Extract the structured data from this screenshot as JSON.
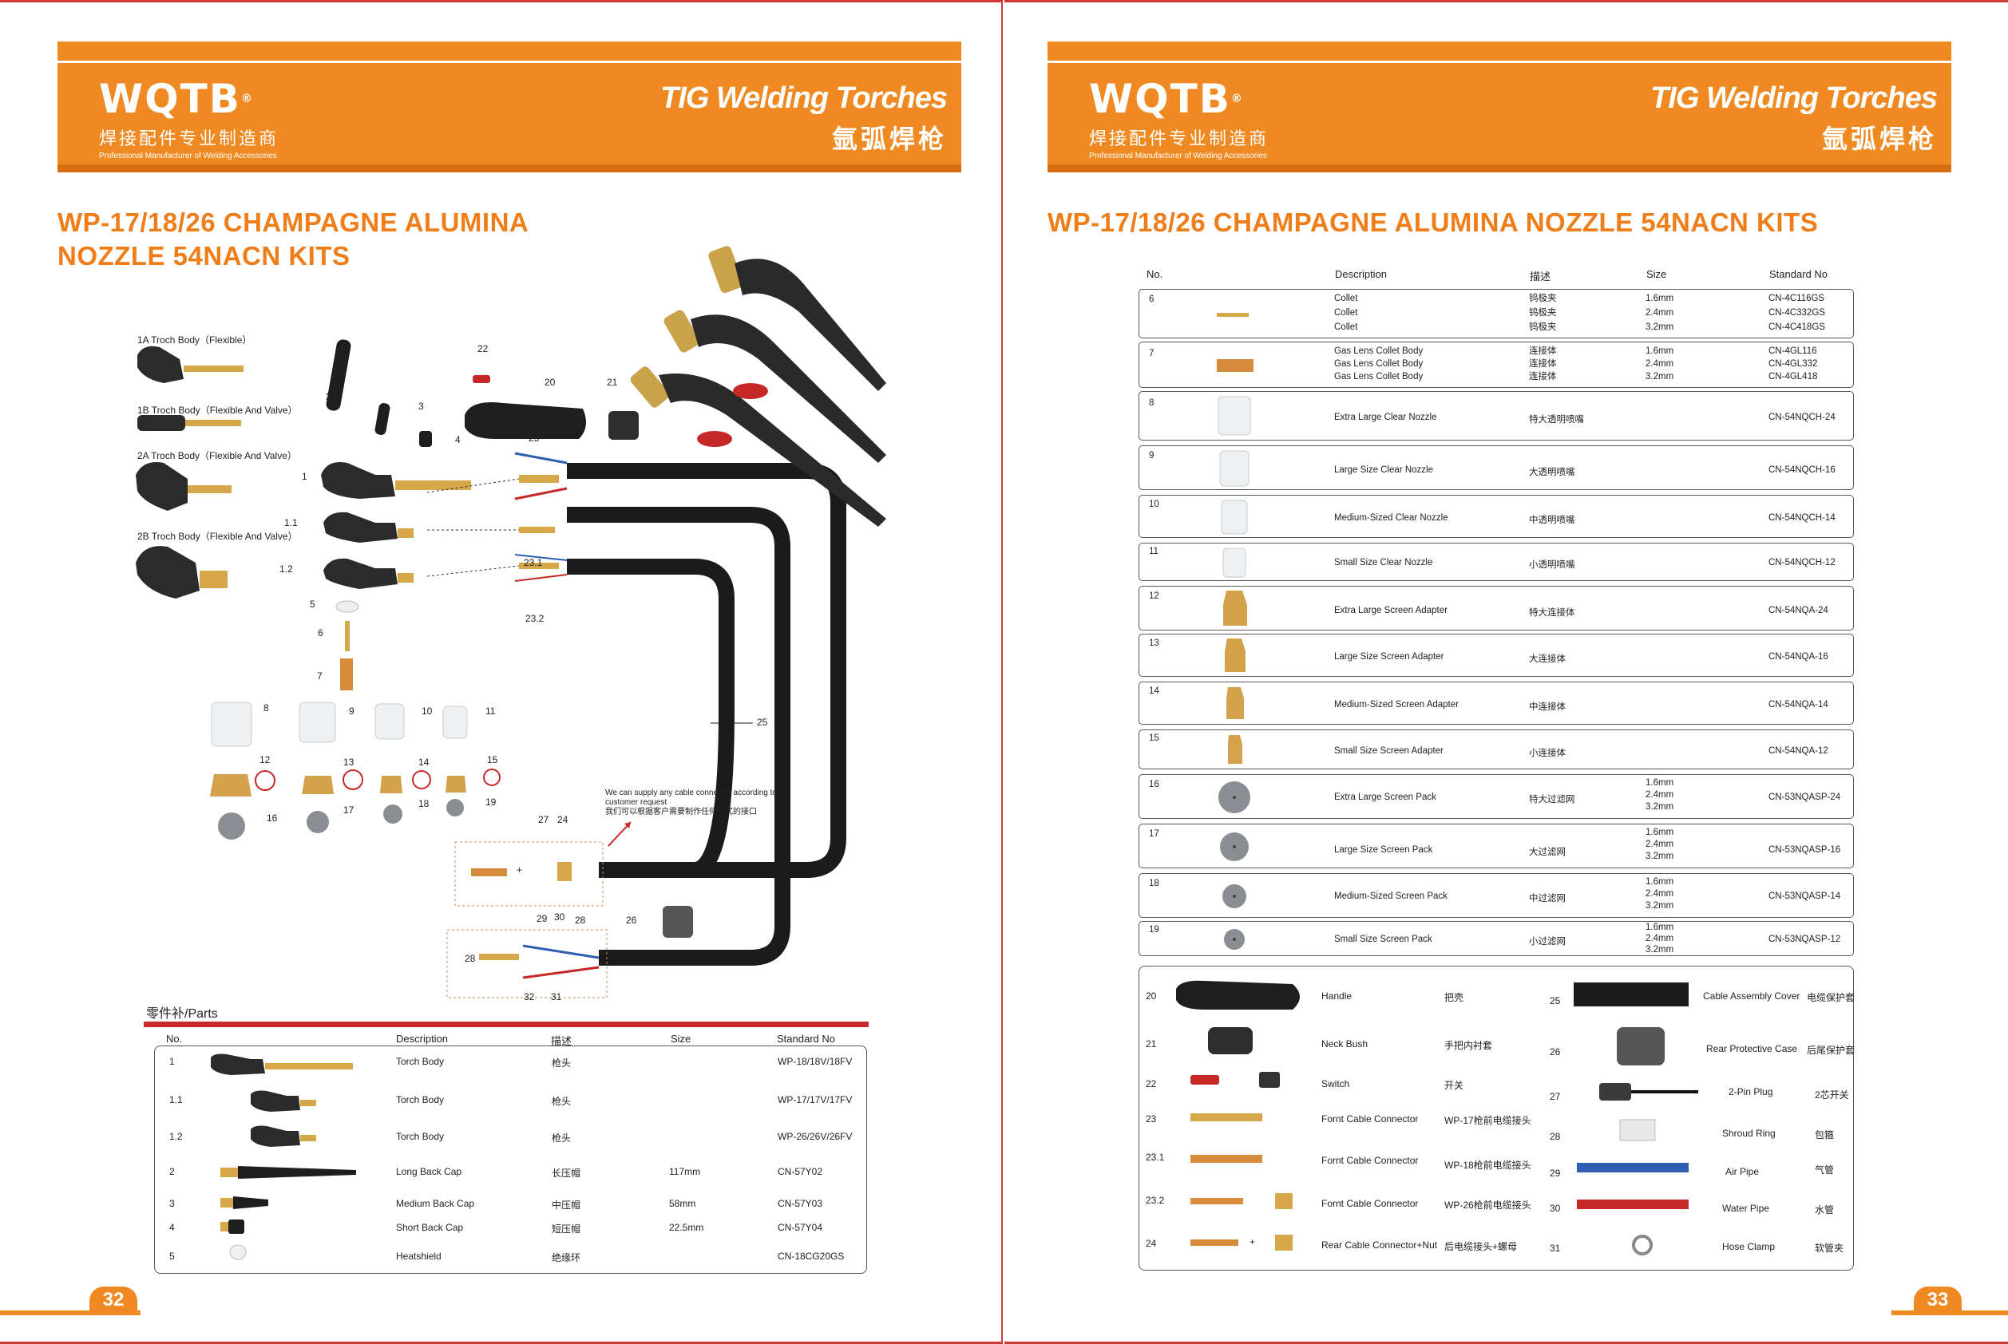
{
  "brand": {
    "logo": "WQTB",
    "registered": "®",
    "cn_tagline": "焊接配件专业制造商",
    "en_tagline": "Professional Manufacturer of Welding Accessories",
    "banner_title_en": "TIG Welding Torches",
    "banner_title_cn": "氩弧焊枪"
  },
  "left_page": {
    "heading_line1": "WP-17/18/26 CHAMPAGNE ALUMINA",
    "heading_line2": "NOZZLE 54NACN KITS",
    "page_number": "32",
    "diagram_labels": {
      "l1a": "1A  Troch Body（Flexible）",
      "l1b": "1B  Troch Body（Flexible And Valve）",
      "l2a": "2A  Troch Body（Flexible And Valve）",
      "l2b": "2B  Troch Body（Flexible And Valve）",
      "n1": "1",
      "n11": "1.1",
      "n12": "1.2",
      "n2": "2",
      "n3": "3",
      "n4": "4",
      "n5": "5",
      "n6": "6",
      "n7": "7",
      "n8": "8",
      "n9": "9",
      "n10": "10",
      "n11b": "11",
      "n12b": "12",
      "n13": "13",
      "n14": "14",
      "n15": "15",
      "n16": "16",
      "n17": "17",
      "n18": "18",
      "n19": "19",
      "n20": "20",
      "n21": "21",
      "n22": "22",
      "n23": "23",
      "n231": "23.1",
      "n232": "23.2",
      "n24": "24",
      "n25": "25",
      "n26": "26",
      "n27": "27",
      "n28": "28",
      "n28b": "28",
      "n29": "29",
      "n30": "30",
      "n31": "31",
      "n32": "32"
    },
    "note_en_1": "We can supply any cable connector according to",
    "note_en_2": "customer request",
    "note_cn": "我们可以根据客户需要制作任何形式的接口",
    "parts_title": "零件补/Parts",
    "headers": [
      "No.",
      "Description",
      "描述",
      "Size",
      "Standard No"
    ],
    "rows": [
      {
        "no": "1",
        "desc": "Torch Body",
        "cn": "枪头",
        "size": "",
        "std": "WP-18/18V/18FV"
      },
      {
        "no": "1.1",
        "desc": "Torch Body",
        "cn": "枪头",
        "size": "",
        "std": "WP-17/17V/17FV"
      },
      {
        "no": "1.2",
        "desc": "Torch Body",
        "cn": "枪头",
        "size": "",
        "std": "WP-26/26V/26FV"
      },
      {
        "no": "2",
        "desc": "Long Back Cap",
        "cn": "长压帽",
        "size": "117mm",
        "std": "CN-57Y02"
      },
      {
        "no": "3",
        "desc": "Medium Back Cap",
        "cn": "中压帽",
        "size": "58mm",
        "std": "CN-57Y03"
      },
      {
        "no": "4",
        "desc": "Short Back Cap",
        "cn": "短压帽",
        "size": "22.5mm",
        "std": "CN-57Y04"
      },
      {
        "no": "5",
        "desc": "Heatshield",
        "cn": "绝缘环",
        "size": "",
        "std": "CN-18CG20GS"
      }
    ]
  },
  "right_page": {
    "heading": "WP-17/18/26 CHAMPAGNE ALUMINA NOZZLE 54NACN KITS",
    "page_number": "33",
    "headers": [
      "No.",
      "Description",
      "描述",
      "Size",
      "Standard No"
    ],
    "rows": [
      {
        "no": "6",
        "desc": [
          "Collet",
          "Collet",
          "Collet"
        ],
        "cn": [
          "钨极夹",
          "钨极夹",
          "钨极夹"
        ],
        "size": [
          "1.6mm",
          "2.4mm",
          "3.2mm"
        ],
        "std": [
          "CN-4C116GS",
          "CN-4C332GS",
          "CN-4C418GS"
        ]
      },
      {
        "no": "7",
        "desc": [
          "Gas Lens Collet Body",
          "Gas Lens Collet Body",
          "Gas Lens Collet Body"
        ],
        "cn": [
          "连接体",
          "连接体",
          "连接体"
        ],
        "size": [
          "1.6mm",
          "2.4mm",
          "3.2mm"
        ],
        "std": [
          "CN-4GL116",
          "CN-4GL332",
          "CN-4GL418"
        ]
      },
      {
        "no": "8",
        "desc": "Extra Large Clear Nozzle",
        "cn": "特大透明喷嘴",
        "std": "CN-54NQCH-24"
      },
      {
        "no": "9",
        "desc": "Large Size Clear Nozzle",
        "cn": "大透明喷嘴",
        "std": "CN-54NQCH-16"
      },
      {
        "no": "10",
        "desc": "Medium-Sized Clear Nozzle",
        "cn": "中透明喷嘴",
        "std": "CN-54NQCH-14"
      },
      {
        "no": "11",
        "desc": "Small Size Clear Nozzle",
        "cn": "小透明喷嘴",
        "std": "CN-54NQCH-12"
      },
      {
        "no": "12",
        "desc": "Extra Large Screen Adapter",
        "cn": "特大连接体",
        "std": "CN-54NQA-24"
      },
      {
        "no": "13",
        "desc": "Large Size Screen Adapter",
        "cn": "大连接体",
        "std": "CN-54NQA-16"
      },
      {
        "no": "14",
        "desc": "Medium-Sized Screen Adapter",
        "cn": "中连接体",
        "std": "CN-54NQA-14"
      },
      {
        "no": "15",
        "desc": "Small Size Screen Adapter",
        "cn": "小连接体",
        "std": "CN-54NQA-12"
      },
      {
        "no": "16",
        "desc": "Extra Large Screen Pack",
        "cn": "特大过滤网",
        "size": [
          "1.6mm",
          "2.4mm",
          "3.2mm"
        ],
        "std": "CN-53NQASP-24"
      },
      {
        "no": "17",
        "desc": "Large Size Screen Pack",
        "cn": "大过滤网",
        "size": [
          "1.6mm",
          "2.4mm",
          "3.2mm"
        ],
        "std": "CN-53NQASP-16"
      },
      {
        "no": "18",
        "desc": "Medium-Sized Screen Pack",
        "cn": "中过滤网",
        "size": [
          "1.6mm",
          "2.4mm",
          "3.2mm"
        ],
        "std": "CN-53NQASP-14"
      },
      {
        "no": "19",
        "desc": "Small Size Screen Pack",
        "cn": "小过滤网",
        "size": [
          "1.6mm",
          "2.4mm",
          "3.2mm"
        ],
        "std": "CN-53NQASP-12"
      }
    ],
    "accessories_left": [
      {
        "no": "20",
        "desc": "Handle",
        "cn": "把壳"
      },
      {
        "no": "21",
        "desc": "Neck Bush",
        "cn": "手把内衬套"
      },
      {
        "no": "22",
        "desc": "Switch",
        "cn": "开关"
      },
      {
        "no": "23",
        "desc": "Fornt Cable Connector",
        "cn": "WP-17枪前电缆接头"
      },
      {
        "no": "23.1",
        "desc": "Fornt Cable Connector",
        "cn": "WP-18枪前电缆接头"
      },
      {
        "no": "23.2",
        "desc": "Fornt Cable Connector",
        "cn": "WP-26枪前电缆接头"
      },
      {
        "no": "24",
        "desc": "Rear Cable Connector+Nut",
        "cn": "后电缆接头+螺母"
      }
    ],
    "accessories_right": [
      {
        "no": "25",
        "desc": "Cable Assembly Cover",
        "cn": "电缆保护套"
      },
      {
        "no": "26",
        "desc": "Rear Protective Case",
        "cn": "后尾保护套"
      },
      {
        "no": "27",
        "desc": "2-Pin Plug",
        "cn": "2芯开关"
      },
      {
        "no": "28",
        "desc": "Shroud Ring",
        "cn": "包箍"
      },
      {
        "no": "29",
        "desc": "Air Pipe",
        "cn": "气管"
      },
      {
        "no": "30",
        "desc": "Water Pipe",
        "cn": "水管"
      },
      {
        "no": "31",
        "desc": "Hose Clamp",
        "cn": "软管夹"
      }
    ],
    "plus": "+"
  },
  "colors": {
    "orange": "#ef8a22",
    "heading_orange": "#ef7d1a",
    "red_rule": "#c9292a",
    "page_border": "#d23a3a"
  }
}
